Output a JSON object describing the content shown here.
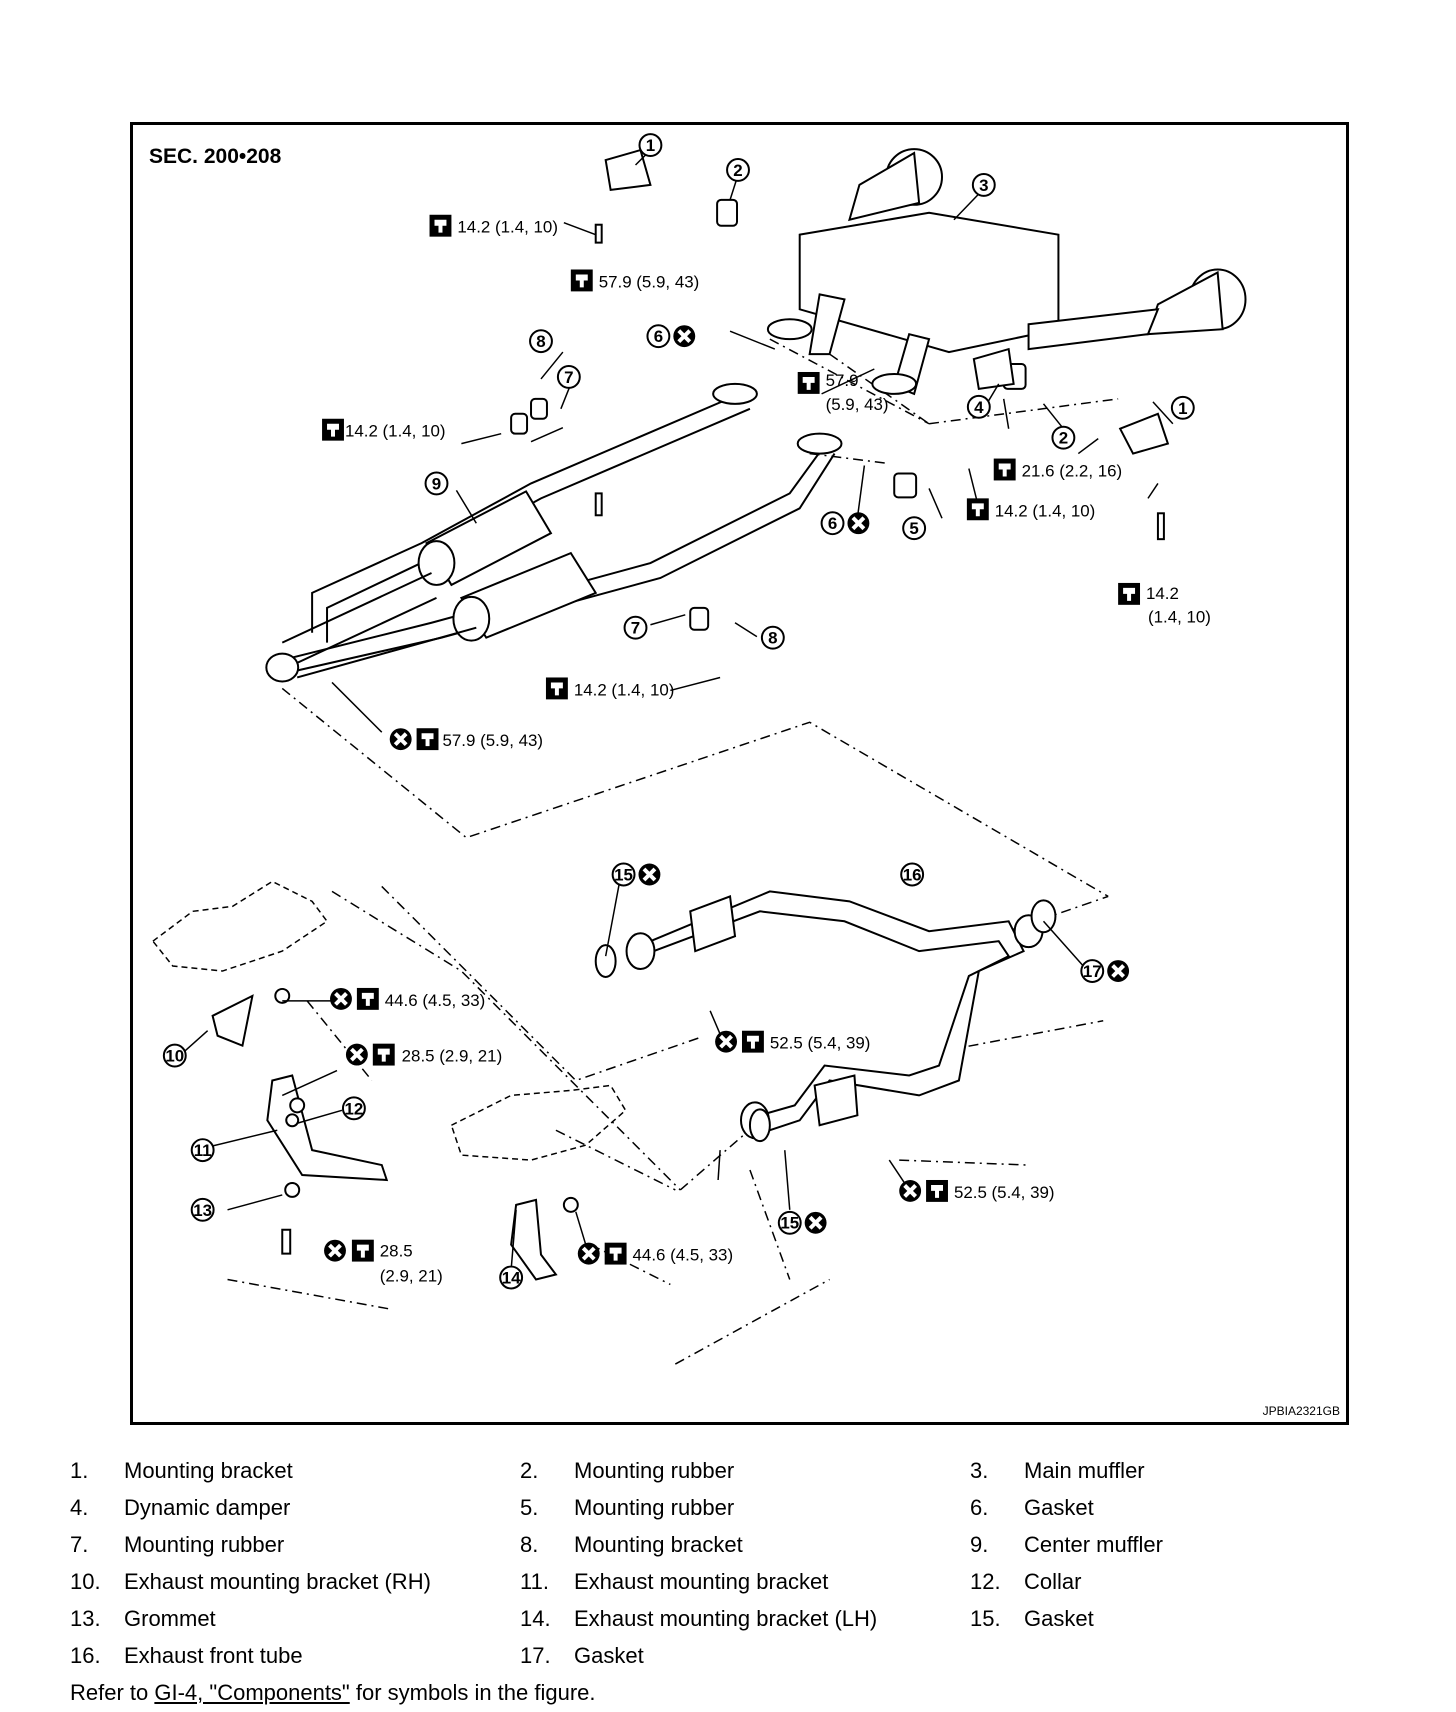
{
  "figure": {
    "section": "SEC. 200•208",
    "figure_id": "JPBIA2321GB"
  },
  "callouts": [
    "1",
    "2",
    "3",
    "4",
    "5",
    "6",
    "7",
    "8",
    "9",
    "10",
    "11",
    "12",
    "13",
    "14",
    "15",
    "16",
    "17"
  ],
  "torque": {
    "t_14_2": "14.2 (1.4, 10)",
    "t_57_9": "57.9 (5.9, 43)",
    "t_57_9a": "57.9",
    "t_57_9b": "(5.9, 43)",
    "t_21_6": "21.6 (2.2, 16)",
    "t_14_2a": "14.2",
    "t_14_2b": "(1.4, 10)",
    "t_44_6": "44.6 (4.5, 33)",
    "t_28_5": "28.5 (2.9, 21)",
    "t_28_5a": "28.5",
    "t_28_5b": "(2.9, 21)",
    "t_52_5": "52.5 (5.4, 39)"
  },
  "legend": [
    {
      "num": "1.",
      "text": "Mounting bracket"
    },
    {
      "num": "2.",
      "text": "Mounting rubber"
    },
    {
      "num": "3.",
      "text": "Main muffler"
    },
    {
      "num": "4.",
      "text": "Dynamic damper"
    },
    {
      "num": "5.",
      "text": "Mounting rubber"
    },
    {
      "num": "6.",
      "text": "Gasket"
    },
    {
      "num": "7.",
      "text": "Mounting rubber"
    },
    {
      "num": "8.",
      "text": "Mounting bracket"
    },
    {
      "num": "9.",
      "text": "Center muffler"
    },
    {
      "num": "10.",
      "text": "Exhaust mounting bracket (RH)"
    },
    {
      "num": "11.",
      "text": "Exhaust mounting bracket"
    },
    {
      "num": "12.",
      "text": "Collar"
    },
    {
      "num": "13.",
      "text": "Grommet"
    },
    {
      "num": "14.",
      "text": "Exhaust mounting bracket (LH)"
    },
    {
      "num": "15.",
      "text": "Gasket"
    },
    {
      "num": "16.",
      "text": "Exhaust front tube"
    },
    {
      "num": "17.",
      "text": "Gasket"
    }
  ],
  "note": {
    "prefix": "Refer to ",
    "link": "GI-4, \"Components\"",
    "suffix": " for symbols in the figure."
  },
  "icons": [
    "torque-wrench-icon",
    "do-not-reuse-icon"
  ]
}
